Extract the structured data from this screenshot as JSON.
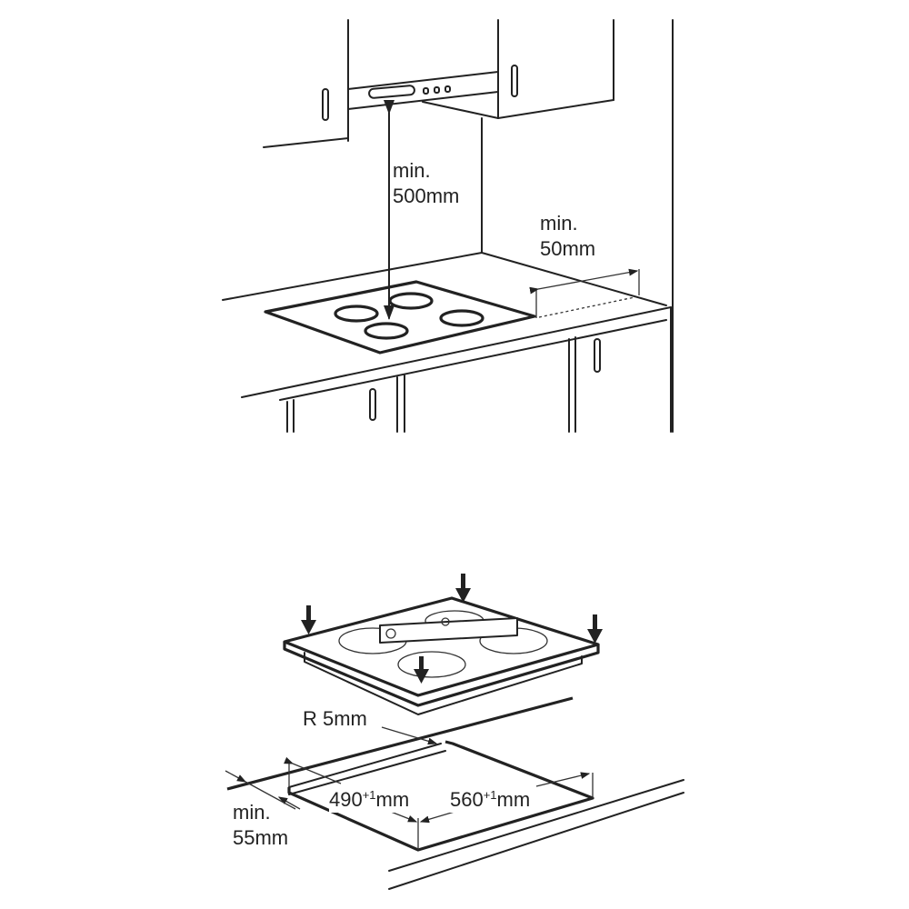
{
  "top_diagram": {
    "hood_clearance": {
      "line1": "min.",
      "line2": "500mm"
    },
    "side_clearance": {
      "line1": "min.",
      "line2": "50mm"
    }
  },
  "bottom_diagram": {
    "corner_radius": "R 5mm",
    "depth": {
      "value": "490",
      "tolerance": "+1",
      "unit": "mm"
    },
    "width": {
      "value": "560",
      "tolerance": "+1",
      "unit": "mm"
    },
    "front_clearance": {
      "line1": "min.",
      "line2": "55mm"
    }
  },
  "colors": {
    "line": "#222222",
    "background": "#ffffff"
  }
}
